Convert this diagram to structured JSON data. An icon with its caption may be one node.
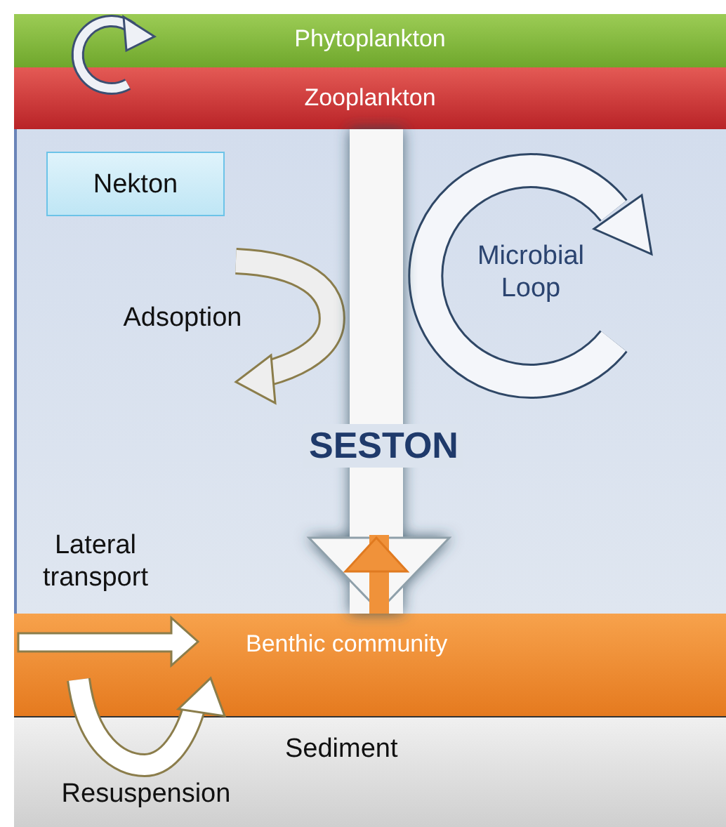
{
  "diagram": {
    "nodes": [
      {
        "text": [
          "Phytoplankton"
        ]
      },
      {
        "text": [
          "Zooplankton"
        ]
      },
      {
        "text": [
          "Nekton"
        ]
      },
      {
        "text": [
          "Benthic community"
        ]
      },
      {
        "text": [
          "Sediment"
        ]
      }
    ],
    "edges": [
      {
        "from": 1,
        "to": 3,
        "arrow": "to",
        "label": "SESTON",
        "style": "thick"
      },
      {
        "from": 3,
        "to": null,
        "arrow": "to",
        "color": "#f0923a"
      }
    ],
    "labels": [
      "Microbial Loop",
      "Adsoption",
      "Lateral transport",
      "Resuspension"
    ]
  }
}
